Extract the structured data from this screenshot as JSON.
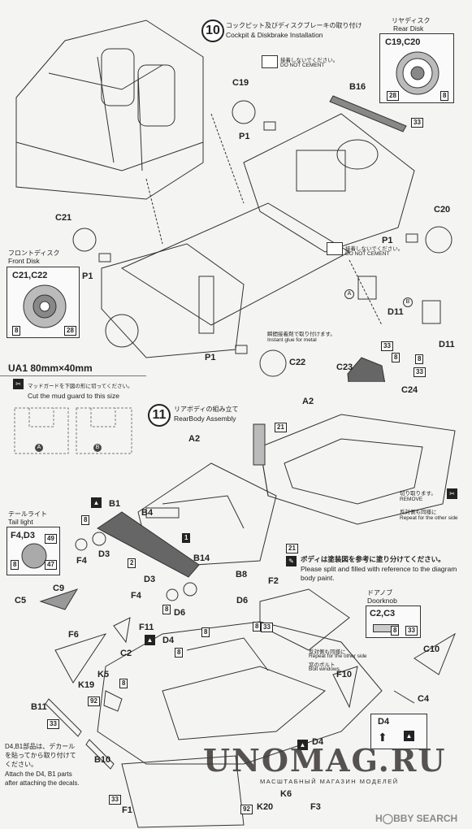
{
  "step10": {
    "number": "10",
    "title_jp": "コックピット及びディスクブレーキの取り付け",
    "title_en": "Cockpit & Diskbrake Installation"
  },
  "rear_disk": {
    "title_jp": "リヤディスク",
    "title_en": "Rear Disk",
    "parts": "C19,C20",
    "badge_a": "28",
    "badge_b": "8"
  },
  "front_disk": {
    "title_jp": "フロントディスク",
    "title_en": "Front Disk",
    "parts": "C21,C22",
    "badge_a": "8",
    "badge_b": "28"
  },
  "do_not_cement": {
    "jp": "接着しないでください。",
    "en": "DO NOT CEMENT"
  },
  "instant_glue": {
    "jp": "瞬間接着剤で取り付けます。",
    "en": "Instant glue for metal"
  },
  "parts_top": {
    "c19": "C19",
    "p1a": "P1",
    "b16": "B16",
    "b16_badge": "33",
    "c21": "C21",
    "p1b": "P1",
    "c20": "C20",
    "p1c": "P1",
    "p1d": "P1",
    "c22": "C22",
    "d11a": "D11",
    "d11b": "D11",
    "c23": "C23",
    "c24": "C24",
    "badge33a": "33",
    "badge33b": "33",
    "badge8a": "8",
    "badge8b": "8",
    "label_a": "A",
    "label_b": "B"
  },
  "ua1": {
    "title": "UA1  80mm×40mm",
    "note_jp": "マッドガードを下図の形に切ってください。",
    "note_en": "Cut the mud guard to this size",
    "left": "A",
    "right": "B"
  },
  "step11": {
    "number": "11",
    "title_jp": "リアボディの組み立て",
    "title_en": "RearBody Assembly"
  },
  "parts_mid": {
    "a2a": "A2",
    "a2b": "A2",
    "badge21": "21",
    "b1": "B1",
    "b4": "B4",
    "badge1": "1",
    "badge2": "2",
    "b14": "B14",
    "b8": "B8",
    "d3a": "D3",
    "d3b": "D3",
    "f4a": "F4",
    "f4b": "F4",
    "badge8c": "8",
    "badge8d": "8"
  },
  "tail_light": {
    "title_jp": "テールライト",
    "title_en": "Tail light",
    "parts": "F4,D3",
    "badge_a": "49",
    "badge_b": "8",
    "badge_c": "47"
  },
  "cut_remove": {
    "jp": "切り取ります。",
    "en": "REMOVE",
    "repeat_jp": "反対側も同様に",
    "repeat_en": "Repeat for the other side"
  },
  "paint_note": {
    "badge": "21",
    "jp": "ボディは塗装図を参考に塗り分けてください。",
    "en": "Please split and filled with reference to the diagram body paint."
  },
  "doorknob": {
    "title_jp": "ドアノブ",
    "title_en": "Doorknob",
    "parts": "C2,C3",
    "badge_a": "8",
    "badge_b": "33"
  },
  "parts_bottom": {
    "c5": "C5",
    "c9": "C9",
    "f6": "F6",
    "f11": "F11",
    "d4a": "D4",
    "d6a": "D6",
    "d6b": "D6",
    "f2": "F2",
    "c2": "C2",
    "k5": "K5",
    "k19": "K19",
    "badge92a": "92",
    "b11": "B11",
    "f10": "F10",
    "c10": "C10",
    "c4": "C4",
    "d4b": "D4",
    "b10": "B10",
    "f1": "F1",
    "f3": "F3",
    "k6": "K6",
    "k20": "K20",
    "badge92b": "92",
    "badge33c": "33",
    "badge33d": "33",
    "badge33e": "33",
    "badge8e": "8",
    "badge8f": "8",
    "badge8g": "8",
    "badge8h": "8"
  },
  "bolt_note": {
    "repeat_jp": "反対側も同様に",
    "repeat_en": "Repeat for the other side",
    "jp": "窓のボルト",
    "en": "Bolt windows"
  },
  "decal_note": {
    "jp": "D4,B1部品は、デカールを貼ってから取り付けてください。",
    "en": "Attach the D4, B1 parts after attaching the decals."
  },
  "watermark": {
    "main": "UNOMAG.RU",
    "sub": "МАСШТАБНЫЙ МАГАЗИН МОДЕЛЕЙ"
  },
  "hobby_search": "H◯BBY SEARCH"
}
